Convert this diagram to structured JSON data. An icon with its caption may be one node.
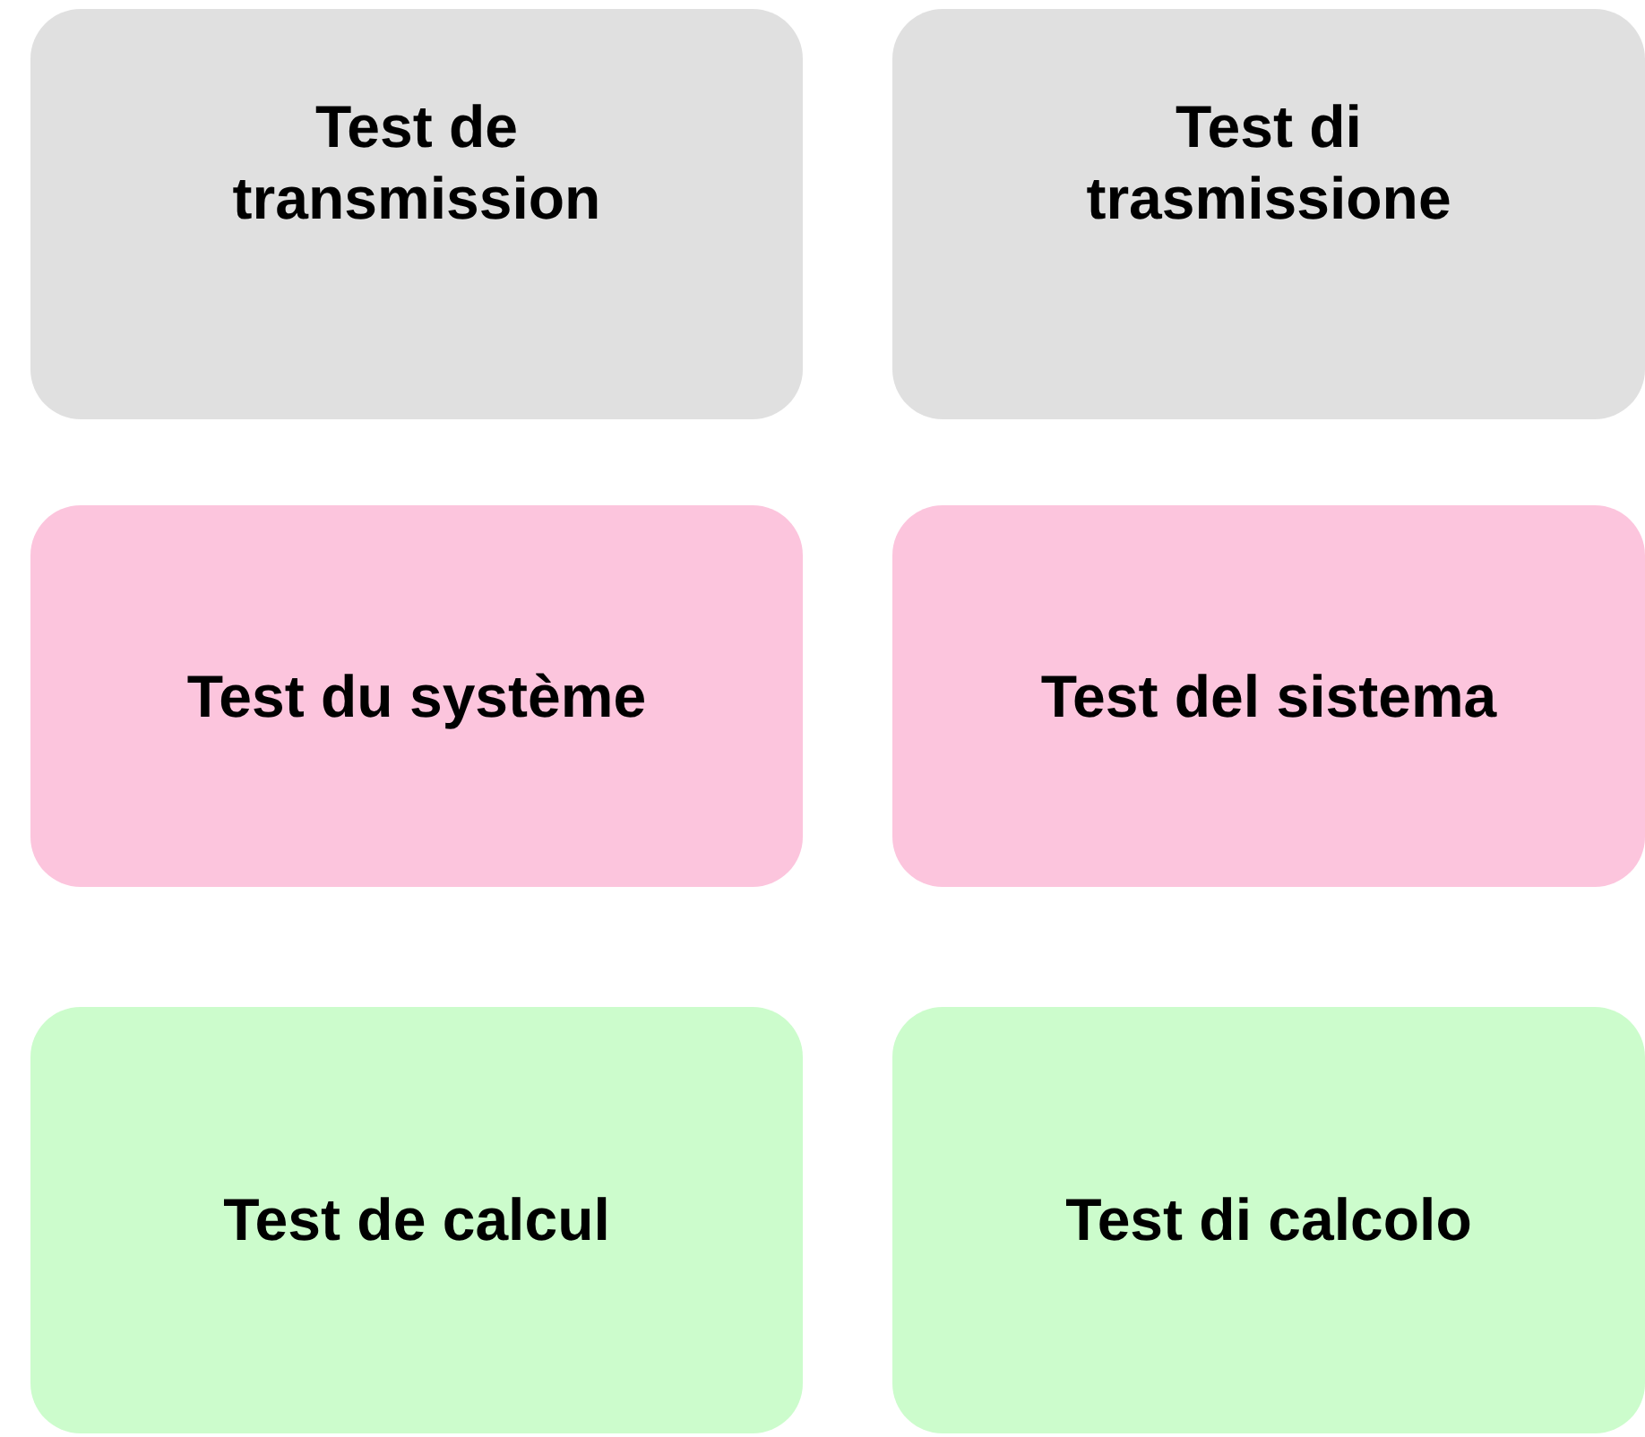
{
  "diagram": {
    "nodes": [
      {
        "text": [
          "Test de transmission"
        ]
      },
      {
        "text": [
          "Test di trasmissione"
        ]
      },
      {
        "text": [
          "Test du système"
        ]
      },
      {
        "text": [
          "Test del sistema"
        ]
      },
      {
        "text": [
          "Test de calcul"
        ]
      },
      {
        "text": [
          "Test di calcolo"
        ]
      }
    ]
  }
}
